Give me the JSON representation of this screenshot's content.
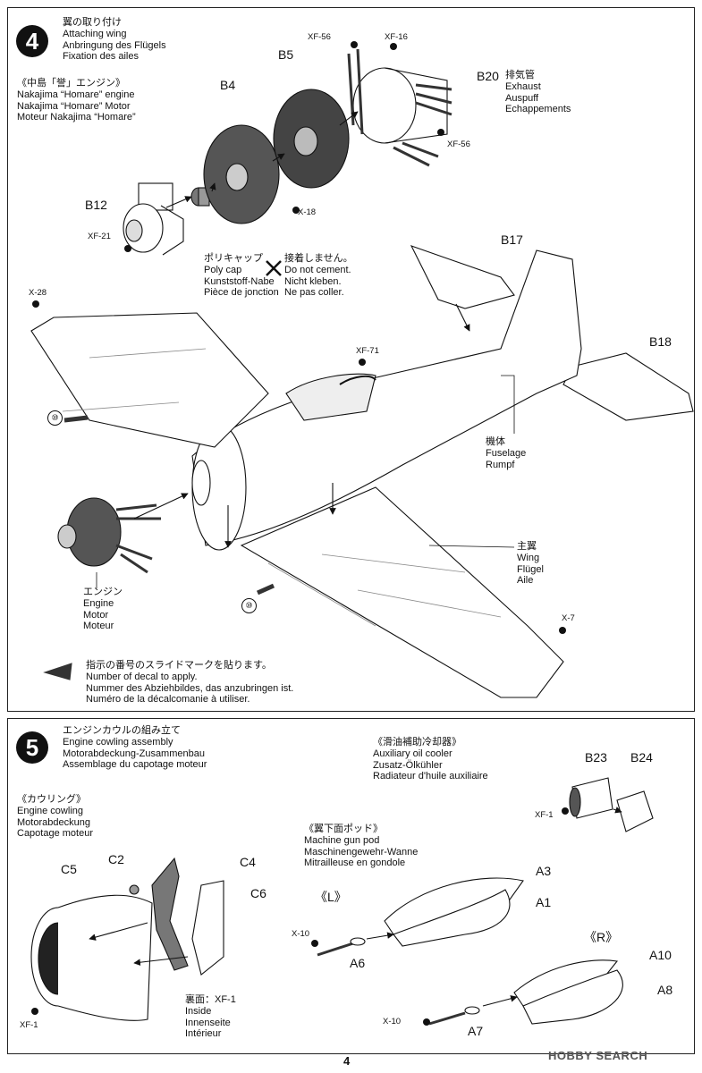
{
  "step4": {
    "number": "4",
    "title": [
      "翼の取り付け",
      "Attaching wing",
      "Anbringung des Flügels",
      "Fixation des ailes"
    ],
    "engine_heading": [
      "《中島「誉」エンジン》",
      "Nakajima “Homare” engine",
      "Nakajima “Homare” Motor",
      "Moteur Nakajima “Homare”"
    ],
    "parts": {
      "b4": "B4",
      "b5": "B5",
      "b12": "B12",
      "b17": "B17",
      "b18": "B18",
      "b20": "B20"
    },
    "exhaust": [
      "排気管",
      "Exhaust",
      "Auspuff",
      "Echappements"
    ],
    "paints": {
      "xf56a": "XF-56",
      "xf16": "XF-16",
      "xf56b": "XF-56",
      "x18": "X-18",
      "xf21": "XF-21",
      "x28": "X-28",
      "xf71": "XF-71",
      "x7": "X-7"
    },
    "poly_cap": [
      "ポリキャップ",
      "Poly cap",
      "Kunststoff-Nabe",
      "Pièce de jonction"
    ],
    "no_cement": [
      "接着しません。",
      "Do not cement.",
      "Nicht kleben.",
      "Ne pas coller."
    ],
    "fuselage": [
      "機体",
      "Fuselage",
      "Rumpf"
    ],
    "wing": [
      "主翼",
      "Wing",
      "Flügel",
      "Aile"
    ],
    "engine": [
      "エンジン",
      "Engine",
      "Motor",
      "Moteur"
    ],
    "decal_no": "⑩",
    "decal_note": [
      "指示の番号のスライドマークを貼ります。",
      "Number of decal to apply.",
      "Nummer des Abziehbildes, das anzubringen ist.",
      "Numéro de la décalcomanie à utiliser."
    ]
  },
  "step5": {
    "number": "5",
    "title": [
      "エンジンカウルの組み立て",
      "Engine cowling assembly",
      "Motorabdeckung-Zusammenbau",
      "Assemblage du capotage moteur"
    ],
    "cowling": [
      "《カウリング》",
      "Engine cowling",
      "Motorabdeckung",
      "Capotage moteur"
    ],
    "oil_cooler": [
      "《滑油補助冷却器》",
      "Auxiliary oil cooler",
      "Zusatz-Ölkühler",
      "Radiateur d'huile auxiliaire"
    ],
    "gun_pod": [
      "《翼下面ポッド》",
      "Machine gun pod",
      "Maschinengewehr-Wanne",
      "Mitrailleuse en gondole"
    ],
    "parts": {
      "c2": "C2",
      "c4": "C4",
      "c5": "C5",
      "c6": "C6",
      "b23": "B23",
      "b24": "B24",
      "a1": "A1",
      "a3": "A3",
      "a6": "A6",
      "a7": "A7",
      "a8": "A8",
      "a10": "A10"
    },
    "paints": {
      "xf1a": "XF-1",
      "xf1b": "XF-1",
      "x10a": "X-10",
      "x10b": "X-10"
    },
    "inside": [
      "裏面：XF-1",
      "Inside",
      "Innenseite",
      "Intérieur"
    ],
    "left": "《L》",
    "right": "《R》"
  },
  "footer": {
    "page": "4",
    "watermark": "HOBBY SEARCH"
  }
}
